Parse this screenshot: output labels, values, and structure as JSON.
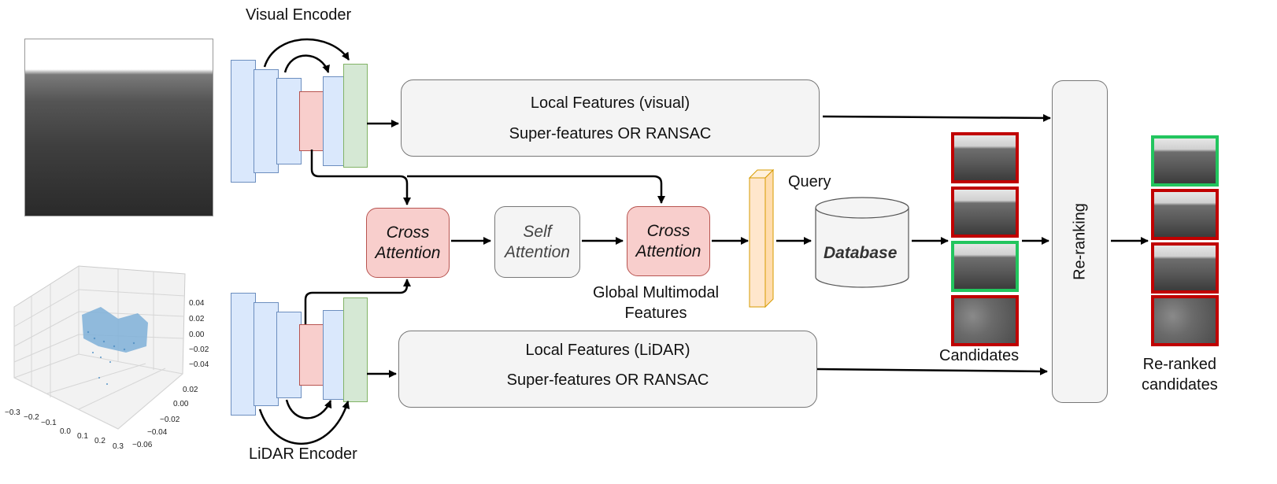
{
  "encoders": {
    "visual_title": "Visual Encoder",
    "lidar_title": "LiDAR Encoder"
  },
  "local_visual": {
    "line1": "Local Features (visual)",
    "line2": "Super-features OR RANSAC"
  },
  "local_lidar": {
    "line1": "Local Features (LiDAR)",
    "line2": "Super-features OR RANSAC"
  },
  "attention": {
    "cross1": [
      "Cross",
      "Attention"
    ],
    "self": [
      "Self",
      "Attention"
    ],
    "cross2": [
      "Cross",
      "Attention"
    ]
  },
  "global": [
    "Global Multimodal",
    "Features"
  ],
  "query_label": "Query",
  "database_label": "Database",
  "candidates_label": "Candidates",
  "reranking_label": "Re-ranking",
  "reranked_label": [
    "Re-ranked",
    "candidates"
  ],
  "plot3d": {
    "x_ticks": [
      "−0.3",
      "−0.2",
      "−0.1",
      "0.0",
      "0.1",
      "0.2",
      "0.3"
    ],
    "y_ticks": [
      "0.02",
      "0.00",
      "−0.02",
      "−0.04",
      "−0.06"
    ],
    "z_ticks": [
      "0.04",
      "0.02",
      "0.00",
      "−0.02",
      "−0.04"
    ]
  },
  "candidates_border": [
    "red",
    "red",
    "green",
    "red"
  ],
  "reranked_border": [
    "green",
    "red",
    "red",
    "red"
  ],
  "colors": {
    "encoder_blue": "#dae8fc",
    "encoder_red": "#f8cecc",
    "encoder_green": "#d5e8d4",
    "query_orange": "#ffe6cc",
    "wrong_match": "#c00000",
    "correct_match": "#22c55e"
  }
}
